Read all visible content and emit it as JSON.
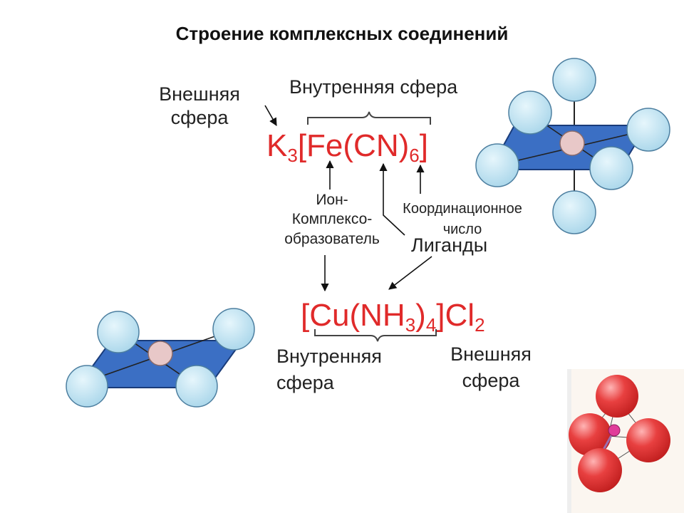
{
  "title": "Строение комплексных соединений",
  "labels": {
    "outer_sphere_1_line1": "Внешняя",
    "outer_sphere_1_line2": "сфера",
    "inner_sphere_top": "Внутренняя сфера",
    "central_ion_line1": "Ион-",
    "central_ion_line2": "Комплексо-",
    "central_ion_line3": "образователь",
    "coord_number_line1": "Координационное",
    "coord_number_line2": "число",
    "ligands": "Лиганды",
    "inner_sphere_bottom_line1": "Внутренняя",
    "inner_sphere_bottom_line2": "сфера",
    "outer_sphere_2_line1": "Внешняя",
    "outer_sphere_2_line2": "сфера"
  },
  "formula1": {
    "k": "K",
    "k_sub": "3",
    "mid": "[Fe(CN)",
    "mid_sub": "6",
    "end": "]"
  },
  "formula2": {
    "start": "[Cu(NH",
    "sub1": "3",
    "mid": ")",
    "sub2": "4",
    "end": "]Cl",
    "sub3": "2"
  },
  "colors": {
    "formula": "#e02a2a",
    "plane": "#3b6fc4",
    "ligand": "#bfe3f2",
    "center_atom": "#e8c8c8",
    "tetra_atom": "#e23b3b"
  }
}
